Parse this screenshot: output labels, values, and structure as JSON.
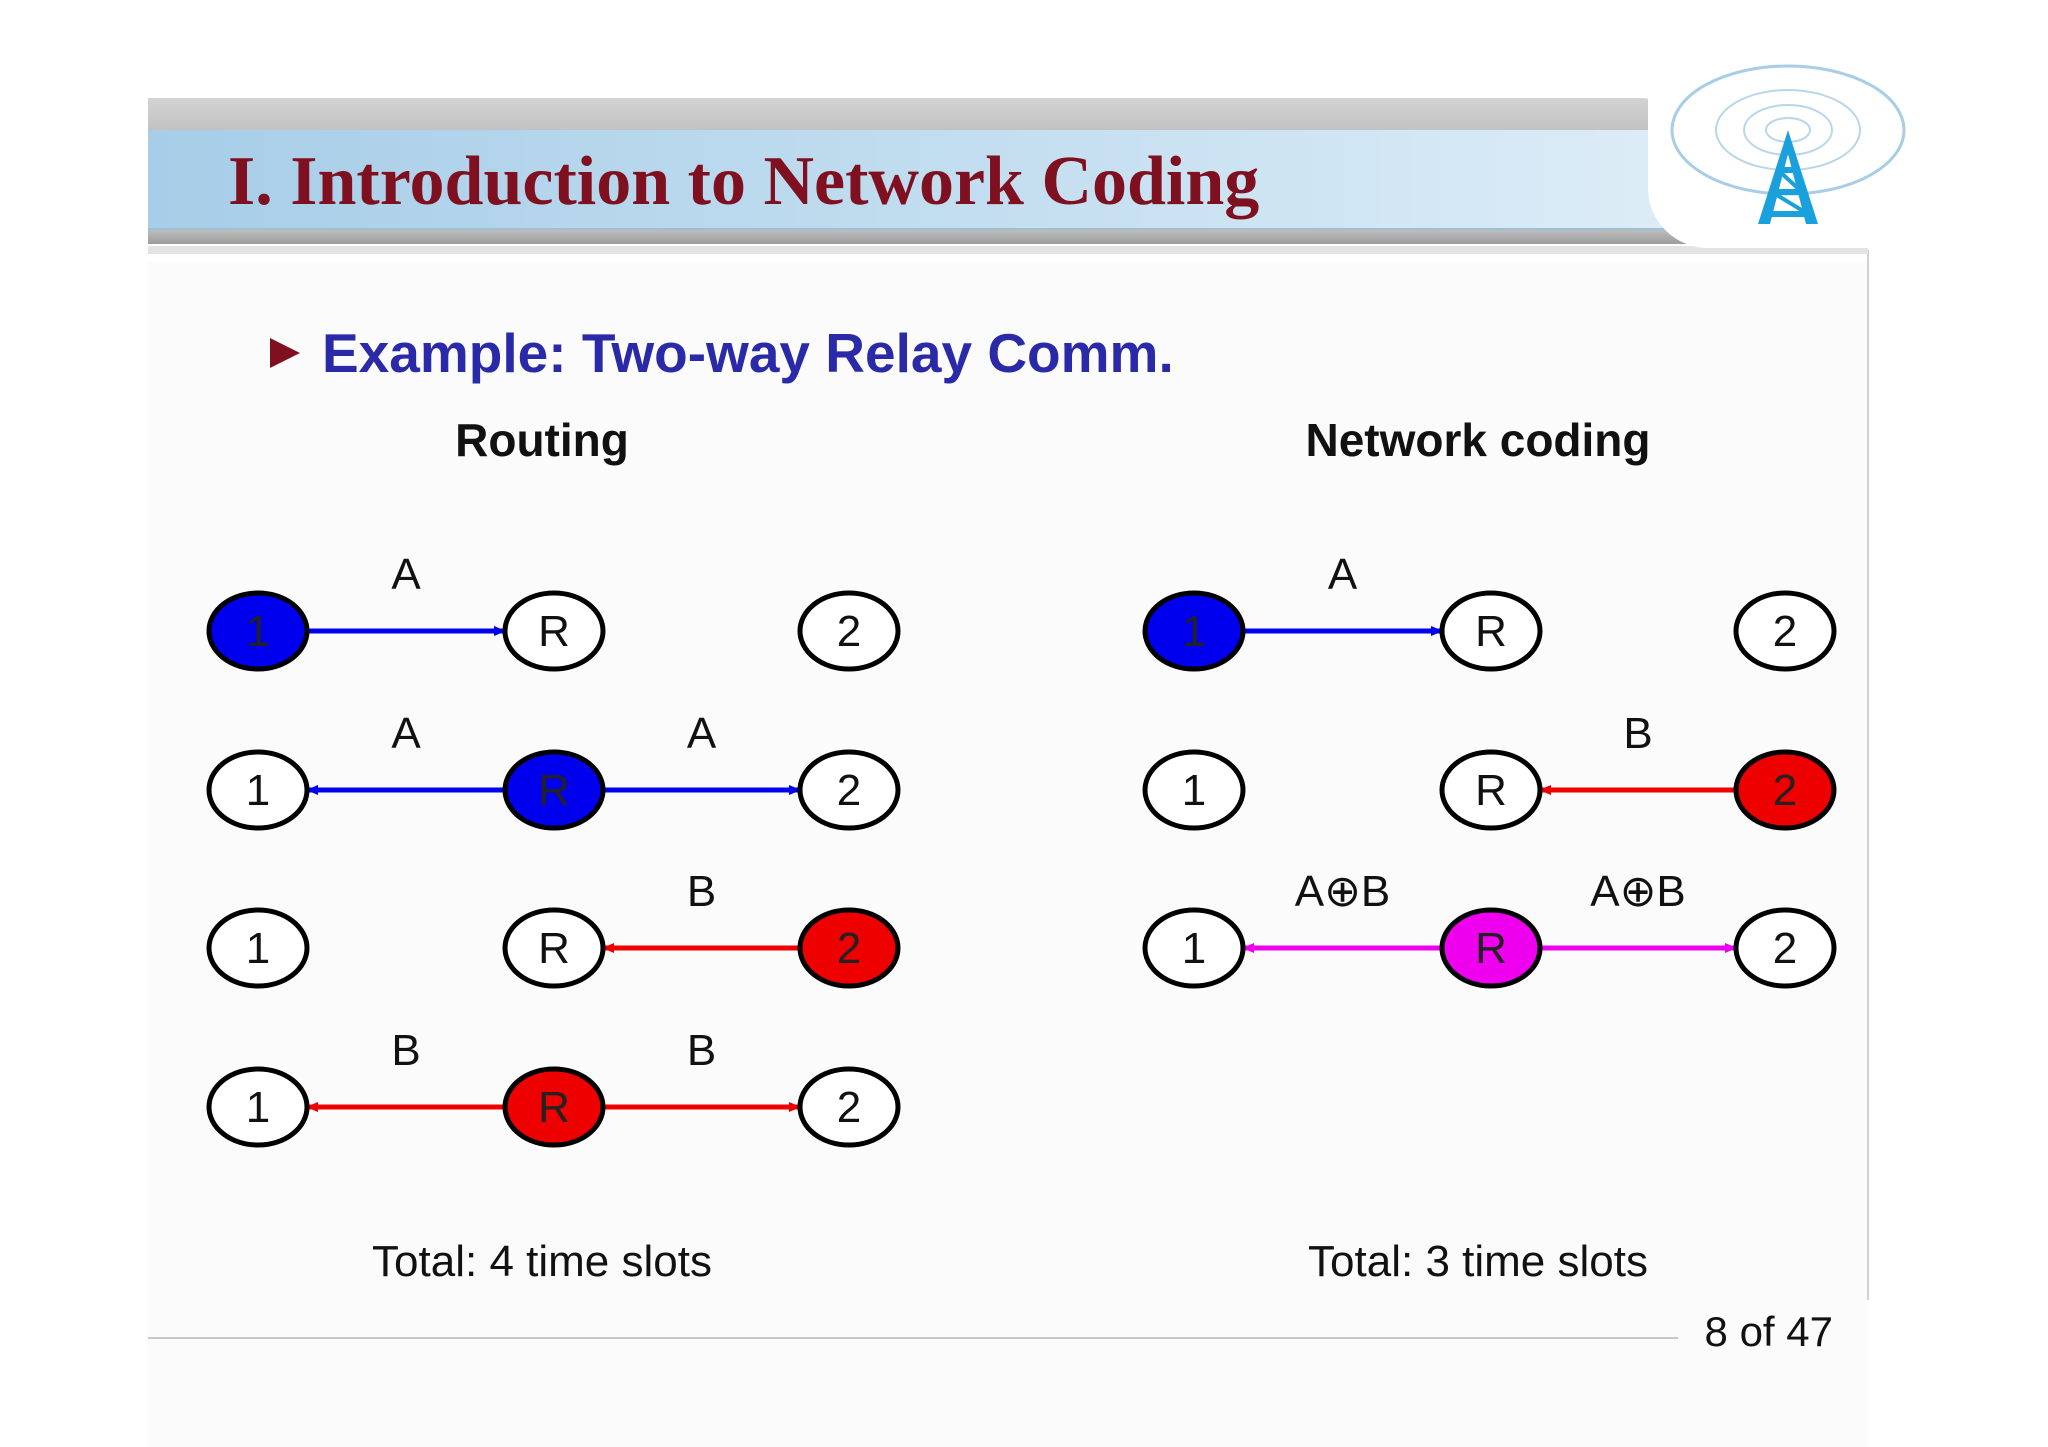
{
  "slide": {
    "title": "I. Introduction to Network Coding",
    "bullet": "Example: Two-way Relay Comm.",
    "page_number": "8 of 47"
  },
  "colors": {
    "title": "#7e1020",
    "bullet": "#2a2aa8",
    "packet_a": "#0000ee",
    "packet_b": "#ee0000",
    "packet_ab": "#ee00ee",
    "node_idle": "#ffffff"
  },
  "diagram": {
    "routing": {
      "heading": "Routing",
      "total": "Total: 4 time slots",
      "slots": [
        {
          "nodes": [
            {
              "label": "1",
              "fill": "#0000ee"
            },
            {
              "label": "R",
              "fill": "#ffffff"
            },
            {
              "label": "2",
              "fill": "#ffffff"
            }
          ],
          "arrows": [
            {
              "from": "1",
              "to": "R",
              "label": "A",
              "color": "#0000ee"
            }
          ]
        },
        {
          "nodes": [
            {
              "label": "1",
              "fill": "#ffffff"
            },
            {
              "label": "R",
              "fill": "#0000ee"
            },
            {
              "label": "2",
              "fill": "#ffffff"
            }
          ],
          "arrows": [
            {
              "from": "R",
              "to": "1",
              "label": "A",
              "color": "#0000ee"
            },
            {
              "from": "R",
              "to": "2",
              "label": "A",
              "color": "#0000ee"
            }
          ]
        },
        {
          "nodes": [
            {
              "label": "1",
              "fill": "#ffffff"
            },
            {
              "label": "R",
              "fill": "#ffffff"
            },
            {
              "label": "2",
              "fill": "#ee0000"
            }
          ],
          "arrows": [
            {
              "from": "2",
              "to": "R",
              "label": "B",
              "color": "#ee0000"
            }
          ]
        },
        {
          "nodes": [
            {
              "label": "1",
              "fill": "#ffffff"
            },
            {
              "label": "R",
              "fill": "#ee0000"
            },
            {
              "label": "2",
              "fill": "#ffffff"
            }
          ],
          "arrows": [
            {
              "from": "R",
              "to": "1",
              "label": "B",
              "color": "#ee0000"
            },
            {
              "from": "R",
              "to": "2",
              "label": "B",
              "color": "#ee0000"
            }
          ]
        }
      ]
    },
    "network_coding": {
      "heading": "Network coding",
      "total": "Total: 3 time slots",
      "slots": [
        {
          "nodes": [
            {
              "label": "1",
              "fill": "#0000ee"
            },
            {
              "label": "R",
              "fill": "#ffffff"
            },
            {
              "label": "2",
              "fill": "#ffffff"
            }
          ],
          "arrows": [
            {
              "from": "1",
              "to": "R",
              "label": "A",
              "color": "#0000ee"
            }
          ]
        },
        {
          "nodes": [
            {
              "label": "1",
              "fill": "#ffffff"
            },
            {
              "label": "R",
              "fill": "#ffffff"
            },
            {
              "label": "2",
              "fill": "#ee0000"
            }
          ],
          "arrows": [
            {
              "from": "2",
              "to": "R",
              "label": "B",
              "color": "#ee0000"
            }
          ]
        },
        {
          "nodes": [
            {
              "label": "1",
              "fill": "#ffffff"
            },
            {
              "label": "R",
              "fill": "#ee00ee"
            },
            {
              "label": "2",
              "fill": "#ffffff"
            }
          ],
          "arrows": [
            {
              "from": "R",
              "to": "1",
              "label": "A⊕B",
              "color": "#ee00ee"
            },
            {
              "from": "R",
              "to": "2",
              "label": "A⊕B",
              "color": "#ee00ee"
            }
          ]
        }
      ]
    }
  },
  "icons": {
    "logo": "antenna-tower-icon",
    "bullet": "triangle-bullet-icon"
  }
}
